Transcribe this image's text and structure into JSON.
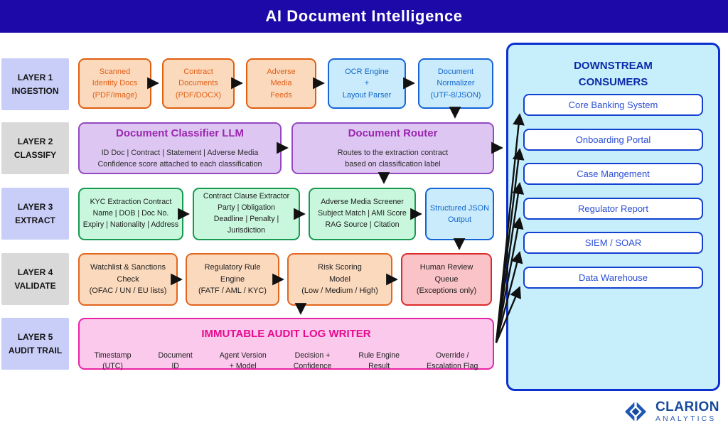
{
  "header": {
    "title": "AI Document Intelligence"
  },
  "layer_labels": [
    {
      "lines": [
        "LAYER 1",
        "INGESTION"
      ]
    },
    {
      "lines": [
        "LAYER 2",
        "CLASSIFY"
      ]
    },
    {
      "lines": [
        "LAYER 3",
        "EXTRACT"
      ]
    },
    {
      "lines": [
        "LAYER 4",
        "VALIDATE"
      ]
    },
    {
      "lines": [
        "LAYER 5",
        "AUDIT TRAIL"
      ]
    }
  ],
  "ingestion": {
    "boxes": [
      {
        "lines": [
          "Scanned",
          "Identity Docs",
          "(PDF/Image)"
        ]
      },
      {
        "lines": [
          "Contract",
          "Documents",
          "(PDF/DOCX)"
        ]
      },
      {
        "lines": [
          "Adverse",
          "Media",
          "Feeds"
        ]
      },
      {
        "lines": [
          "OCR Engine",
          "+",
          "Layout Parser"
        ]
      },
      {
        "lines": [
          "Document",
          "Normalizer",
          "(UTF-8/JSON)"
        ]
      }
    ]
  },
  "classify": {
    "classifier": {
      "title": "Document Classifier LLM",
      "sub1": "ID Doc | Contract | Statement | Adverse Media",
      "sub2": "Confidence score attached to each classification"
    },
    "router": {
      "title": "Document Router",
      "sub1": "Routes to the extraction contract",
      "sub2": "based on classification label"
    }
  },
  "extract": {
    "boxes": [
      {
        "lines": [
          "KYC Extraction Contract",
          "Name | DOB | Doc No.",
          "Expiry | Nationality | Address"
        ]
      },
      {
        "lines": [
          "Contract Clause Extractor",
          "Party | Obligation",
          "Deadline | Penalty | Jurisdiction"
        ]
      },
      {
        "lines": [
          "Adverse Media Screener",
          "Subject Match | AMI Score",
          "RAG Source | Citation"
        ]
      },
      {
        "lines": [
          "Structured JSON",
          "Output",
          ""
        ]
      }
    ]
  },
  "validate": {
    "boxes": [
      {
        "lines": [
          "Watchlist & Sanctions",
          "Check",
          "(OFAC / UN / EU lists)"
        ]
      },
      {
        "lines": [
          "Regulatory Rule",
          "Engine",
          "(FATF / AML / KYC)"
        ]
      },
      {
        "lines": [
          "Risk Scoring",
          "Model",
          "(Low / Medium / High)"
        ]
      },
      {
        "lines": [
          "Human Review",
          "Queue",
          "(Exceptions only)"
        ]
      }
    ]
  },
  "audit": {
    "title": "IMMUTABLE AUDIT LOG WRITER",
    "columns": [
      {
        "l1": "Timestamp",
        "l2": "(UTC)"
      },
      {
        "l1": "Document",
        "l2": "ID"
      },
      {
        "l1": "Agent Version",
        "l2": "+ Model"
      },
      {
        "l1": "Decision +",
        "l2": "Confidence"
      },
      {
        "l1": "Rule Engine",
        "l2": "Result"
      },
      {
        "l1": "Override /",
        "l2": "Escalation Flag"
      }
    ]
  },
  "downstream": {
    "title_line1": "DOWNSTREAM",
    "title_line2": "CONSUMERS",
    "items": [
      "Core Banking System",
      "Onboarding Portal",
      "Case Mangement",
      "Regulator Report",
      "SIEM / SOAR",
      "Data Warehouse"
    ]
  },
  "brand": {
    "name": "CLARION",
    "tagline": "ANALYTICS"
  },
  "icons": {
    "logo": "clarion-diamond-icon",
    "arrows": "black-flow-arrows"
  },
  "colors": {
    "header_bg": "#1c09a8",
    "orange_accent": "#e05f10",
    "blue_accent": "#1565d8",
    "purple_accent": "#9c27b0",
    "green_accent": "#17994f",
    "red_accent": "#dd2b2b",
    "magenta_accent": "#e50b8e",
    "panel_border": "#0b2fd0",
    "panel_fill": "#c6effb",
    "consumer_text": "#2b4ed6",
    "label_lavender": "#c9cef8",
    "label_gray": "#d9d9d9",
    "brand_blue": "#174a9e"
  }
}
